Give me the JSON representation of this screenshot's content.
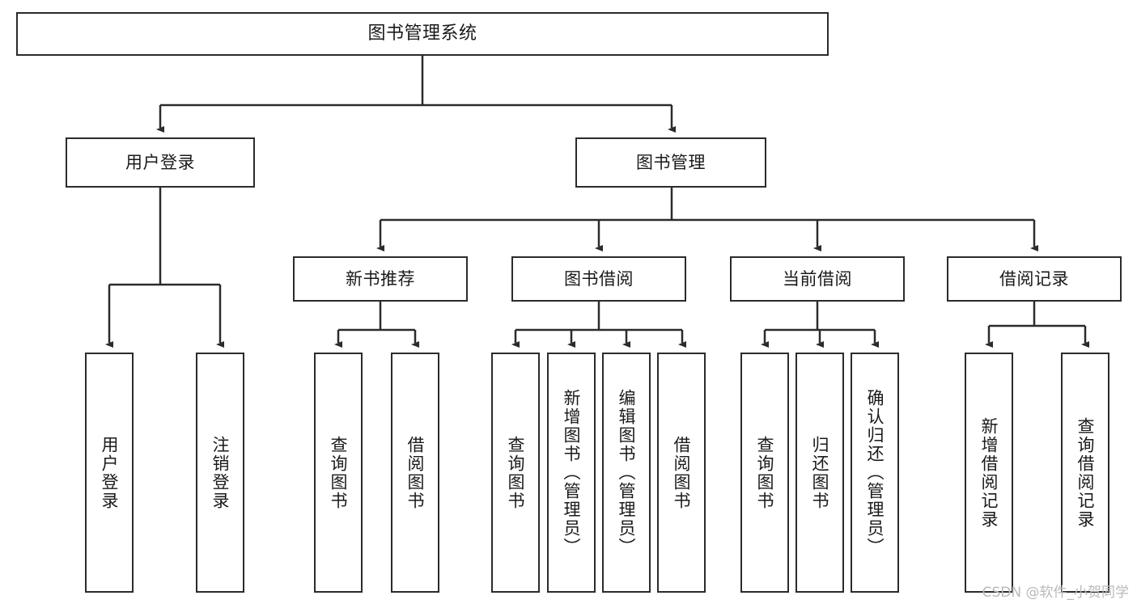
{
  "diagram": {
    "type": "tree-hierarchy-chart",
    "title": "图书管理系统",
    "watermark": "CSDN @软件_小贺同学",
    "colors": {
      "background": "#ffffff",
      "node_border": "#2b2b2b",
      "node_fill": "#ffffff",
      "connector": "#2b2b2b",
      "text": "#1a1a1a",
      "watermark": "#b9b9b9"
    },
    "nodes": {
      "root": {
        "label": "图书管理系统"
      },
      "level2": [
        {
          "label": "用户登录"
        },
        {
          "label": "图书管理"
        }
      ],
      "level3": [
        {
          "label": "新书推荐"
        },
        {
          "label": "图书借阅"
        },
        {
          "label": "当前借阅"
        },
        {
          "label": "借阅记录"
        }
      ],
      "leaves_user_login": [
        {
          "label": "用户登录"
        },
        {
          "label": "注销登录"
        }
      ],
      "leaves_new_books": [
        {
          "label": "查询图书"
        },
        {
          "label": "借阅图书"
        }
      ],
      "leaves_borrow": [
        {
          "label": "查询图书"
        },
        {
          "label": "新增图书（管理员）"
        },
        {
          "label": "编辑图书（管理员）"
        },
        {
          "label": "借阅图书"
        }
      ],
      "leaves_current": [
        {
          "label": "查询图书"
        },
        {
          "label": "归还图书"
        },
        {
          "label": "确认归还（管理员）"
        }
      ],
      "leaves_records": [
        {
          "label": "新增借阅记录"
        },
        {
          "label": "查询借阅记录"
        }
      ]
    }
  }
}
